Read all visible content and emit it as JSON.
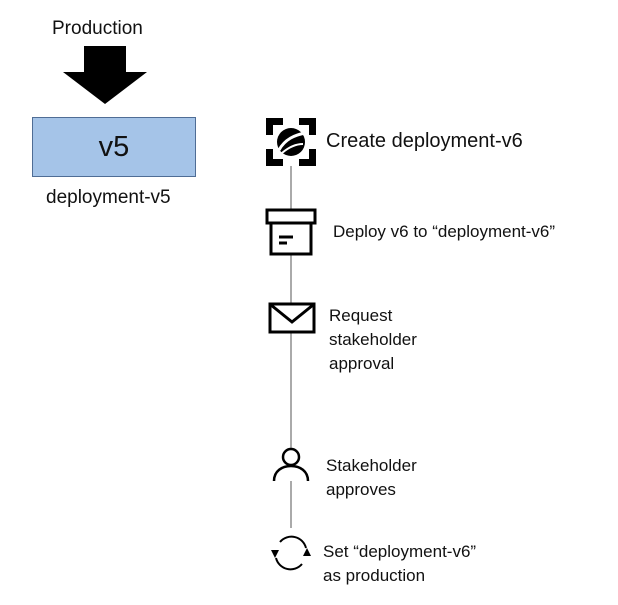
{
  "production": {
    "label": "Production",
    "arrow_icon": "arrow-down-icon"
  },
  "current": {
    "version": "v5",
    "caption": "deployment-v5",
    "box_color": "#a5c4e8",
    "border_color": "#4f6d95"
  },
  "steps": [
    {
      "icon": "spinnaker-logo-icon",
      "lines": [
        "Create deployment-v6"
      ]
    },
    {
      "icon": "archive-box-icon",
      "lines": [
        "Deploy v6 to “deployment-v6”"
      ]
    },
    {
      "icon": "envelope-icon",
      "lines": [
        "Request",
        "stakeholder",
        "approval"
      ]
    },
    {
      "icon": "person-icon",
      "lines": [
        "Stakeholder",
        "approves"
      ]
    },
    {
      "icon": "sync-icon",
      "lines": [
        "Set “deployment-v6”",
        "as production"
      ]
    }
  ]
}
